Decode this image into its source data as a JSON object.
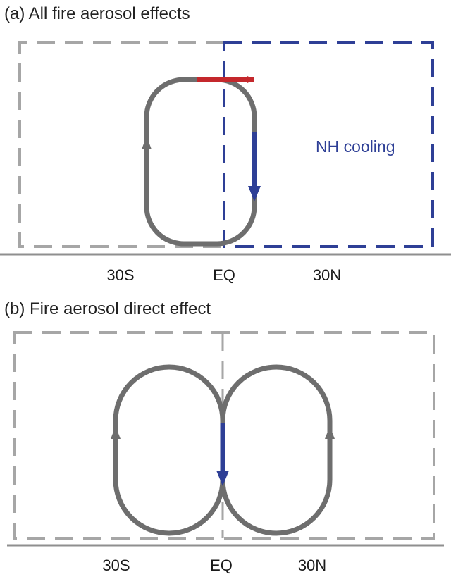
{
  "colors": {
    "gray_box": "#a6a6a6",
    "gray_line": "#8f8f8f",
    "circulation": "#6e6e6e",
    "blue": "#2e3f96",
    "red": "#c4282c"
  },
  "panel_a": {
    "title": "(a) All fire aerosol effects",
    "region_label": "NH cooling",
    "x_labels": [
      "30S",
      "EQ",
      "30N"
    ]
  },
  "panel_b": {
    "title": "(b) Fire aerosol direct effect",
    "x_labels": [
      "30S",
      "EQ",
      "30N"
    ]
  }
}
